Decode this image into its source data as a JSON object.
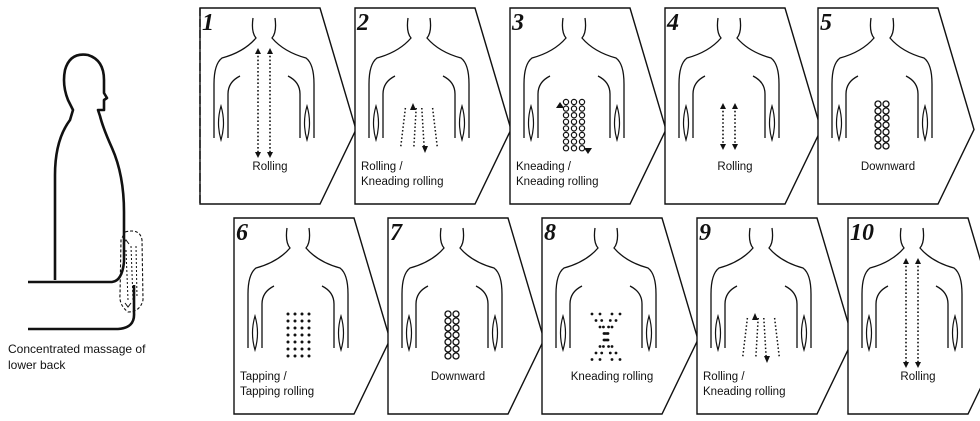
{
  "caption": "Concentrated massage of\nlower back",
  "steps": [
    {
      "number": "1",
      "label": [
        "Rolling"
      ],
      "pattern": "long-arrows"
    },
    {
      "number": "2",
      "label": [
        "Rolling /",
        "Kneading rolling"
      ],
      "pattern": "short-arrows-diagonal"
    },
    {
      "number": "3",
      "label": [
        "Kneading /",
        "Kneading rolling"
      ],
      "pattern": "circles-dense"
    },
    {
      "number": "4",
      "label": [
        "Rolling"
      ],
      "pattern": "short-arrows"
    },
    {
      "number": "5",
      "label": [
        "Downward"
      ],
      "pattern": "circles-column"
    },
    {
      "number": "6",
      "label": [
        "Tapping /",
        "Tapping rolling"
      ],
      "pattern": "dot-grid"
    },
    {
      "number": "7",
      "label": [
        "Downward"
      ],
      "pattern": "circles-column"
    },
    {
      "number": "8",
      "label": [
        "Kneading rolling"
      ],
      "pattern": "diagonal-dots"
    },
    {
      "number": "9",
      "label": [
        "Rolling /",
        "Kneading rolling"
      ],
      "pattern": "short-arrows-diagonal"
    },
    {
      "number": "10",
      "label": [
        "Rolling"
      ],
      "pattern": "long-arrows"
    }
  ]
}
